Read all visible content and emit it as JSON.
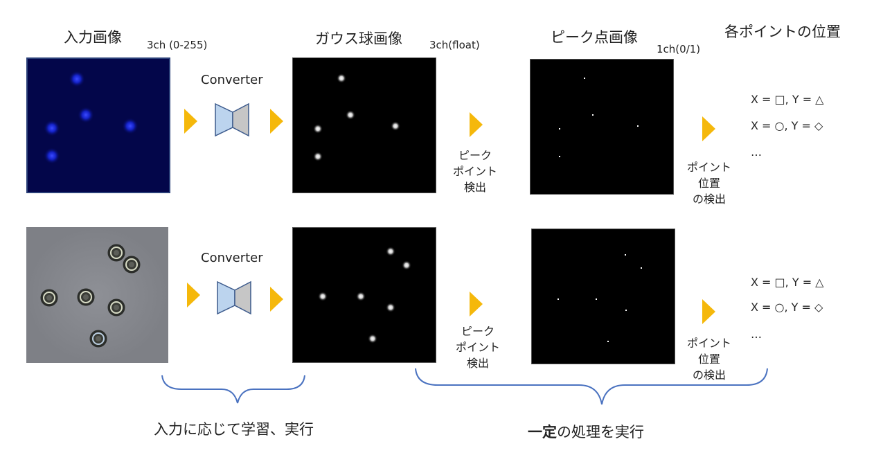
{
  "headers": {
    "input_image": "入力画像",
    "gauss_image": "ガウス球画像",
    "peak_image": "ピーク点画像",
    "positions": "各ポイントの位置"
  },
  "channels": {
    "input": "3ch (0-255)",
    "gauss": "3ch(float)",
    "peak": "1ch(0/1)"
  },
  "converter_label": "Converter",
  "step_peak_detect": [
    "ピーク",
    "ポイント",
    "検出"
  ],
  "step_position_detect": [
    "ポイント",
    "位置",
    "の検出"
  ],
  "results": {
    "row1": [
      "X = □, Y = △",
      "X = ○, Y = ◇",
      "…"
    ],
    "row2": [
      "X = □, Y = △",
      "X = ○, Y = ◇",
      "…"
    ]
  },
  "footer": {
    "learn": "入力に応じて学習、実行",
    "fixed_bold": "一定",
    "fixed_rest": "の処理を実行"
  },
  "colors": {
    "arrow": "#f5b80b",
    "brace": "#4a72c0",
    "converter_left": "#bcd4ee",
    "converter_right": "#c6c6c6",
    "input_bg": "#03064a"
  }
}
